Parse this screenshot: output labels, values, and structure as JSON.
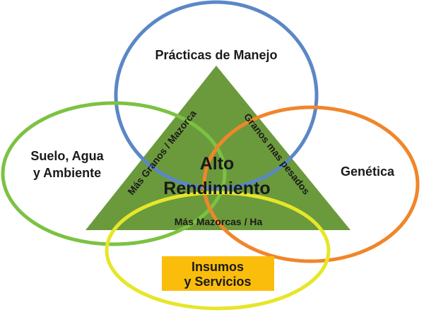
{
  "diagram": {
    "colors": {
      "triangle": "#6b9a3c",
      "practicas": "#5b87c8",
      "suelo": "#7cc242",
      "genetica": "#f0862a",
      "insumos": "#e6e62a",
      "insumos_box": "#fbbd0c"
    },
    "center": {
      "line1": "Alto",
      "line2": "Rendimiento"
    },
    "triangle_labels": {
      "left": "Más Granos / Mazorca",
      "right": "Granos mas pesados",
      "bottom": "Más Mazorcas / Ha"
    },
    "circles": {
      "practicas": "Prácticas de Manejo",
      "suelo_line1": "Suelo, Agua",
      "suelo_line2": "y Ambiente",
      "genetica": "Genética",
      "insumos_line1": "Insumos",
      "insumos_line2": "y Servicios"
    }
  }
}
